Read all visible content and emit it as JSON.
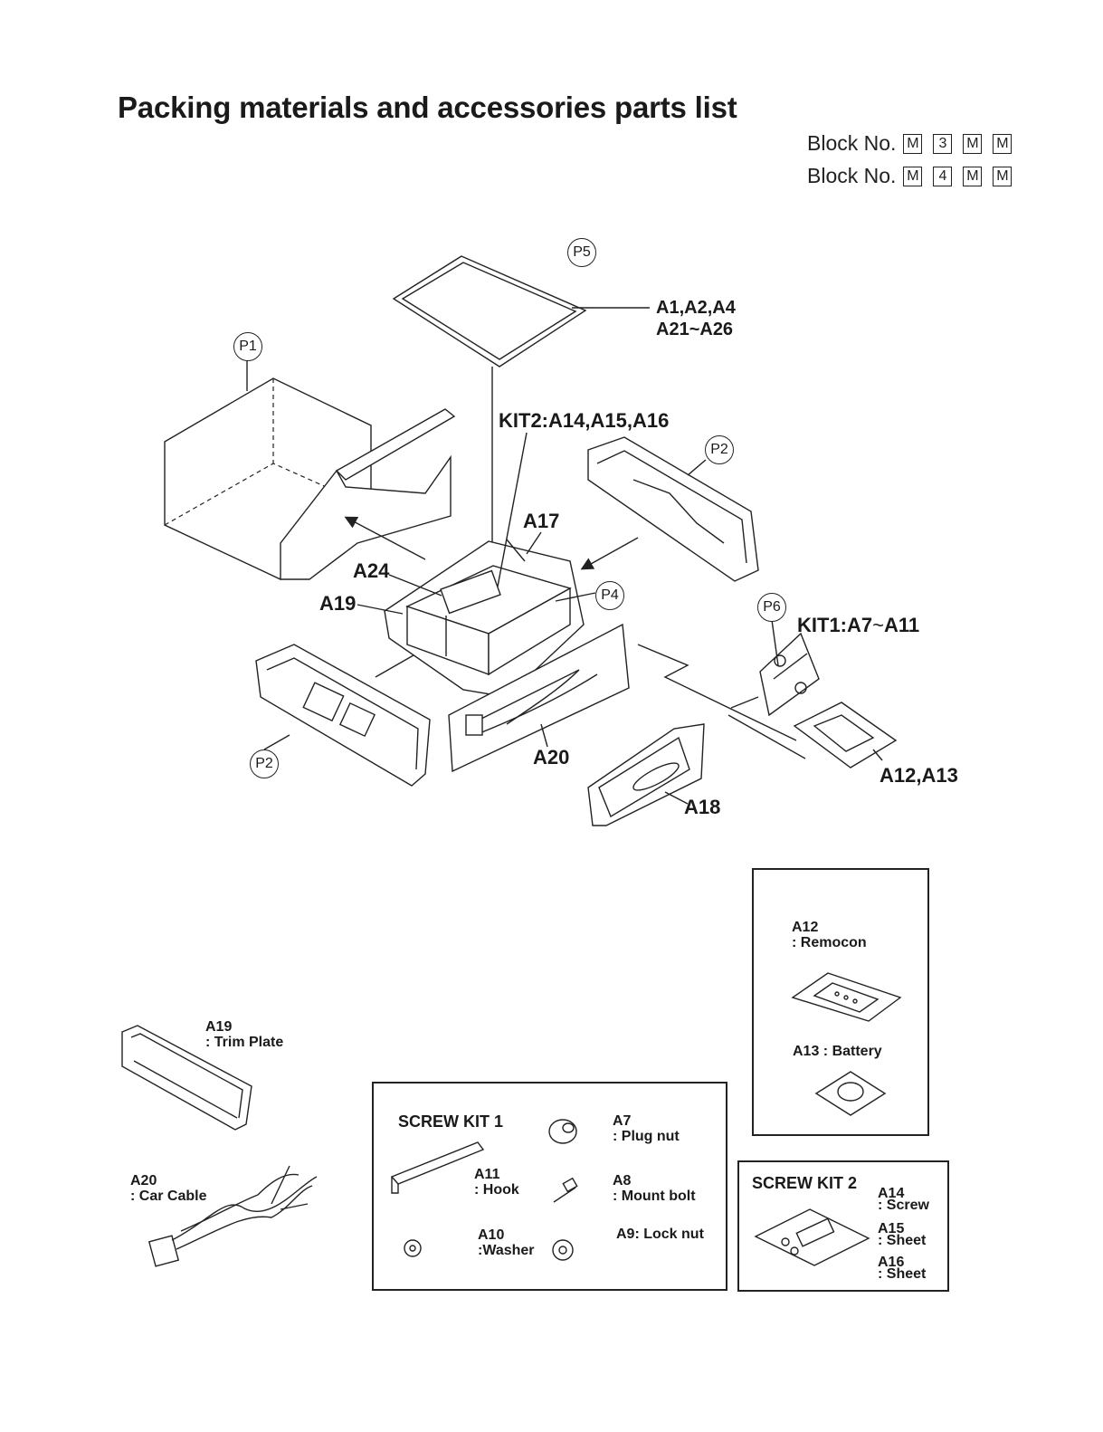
{
  "title": "Packing materials and accessories parts list",
  "blocks": [
    {
      "label": "Block No.",
      "chars": [
        "M",
        "3",
        "M",
        "M"
      ]
    },
    {
      "label": "Block No.",
      "chars": [
        "M",
        "4",
        "M",
        "M"
      ]
    }
  ],
  "exploded_view": {
    "part_circles": {
      "p5": "P5",
      "p1": "P1",
      "p2_top": "P2",
      "p4": "P4",
      "p6": "P6",
      "p2_bottom": "P2"
    },
    "labels": {
      "a1_line1": "A1,A2,A4",
      "a1_line2": "A21~A26",
      "kit2": "KIT2:A14,A15,A16",
      "a17": "A17",
      "a24": "A24",
      "a19": "A19",
      "kit1": "KIT1:A7",
      "kit1_tilde": "~",
      "kit1_end": "A11",
      "a20": "A20",
      "a18": "A18",
      "a12_13": "A12,A13"
    }
  },
  "remote_box": {
    "a12_id": "A12",
    "a12_name": ": Remocon",
    "a13": "A13 : Battery"
  },
  "trim_plate": {
    "id": "A19",
    "name": ": Trim Plate"
  },
  "car_cable": {
    "id": "A20",
    "name": ": Car Cable"
  },
  "screw_kit_1": {
    "title": "SCREW KIT 1",
    "a7_id": "A7",
    "a7_name": ": Plug nut",
    "a11_id": "A11",
    "a11_name": ": Hook",
    "a8_id": "A8",
    "a8_name": ": Mount bolt",
    "a10_id": "A10",
    "a10_name": ":Washer",
    "a9": "A9: Lock nut"
  },
  "screw_kit_2": {
    "title": "SCREW KIT 2",
    "a14_id": "A14",
    "a14_name": ": Screw",
    "a15_id": "A15",
    "a15_name": ": Sheet",
    "a16_id": "A16",
    "a16_name": ": Sheet"
  }
}
